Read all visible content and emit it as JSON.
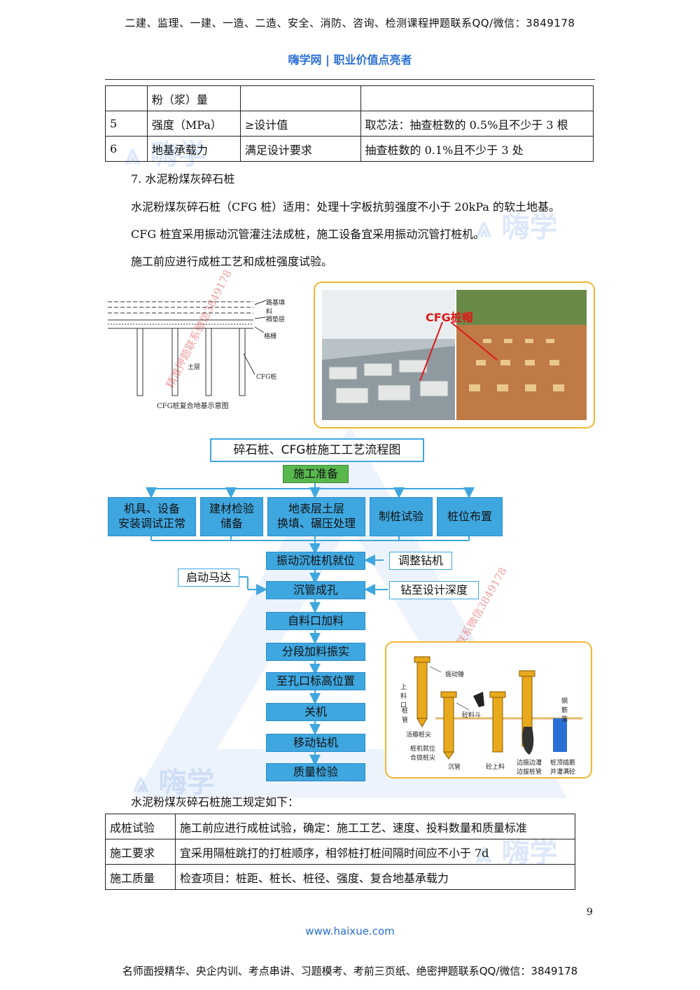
{
  "header": {
    "top_banner": "二建、监理、一建、一造、二造、安全、消防、咨询、检测课程押题联系QQ/微信：3849178",
    "site_name": "嗨学网 | 职业价值点亮者"
  },
  "table_top": {
    "rows": [
      {
        "no": "",
        "item": "粉（浆）量",
        "req": "",
        "method": ""
      },
      {
        "no": "5",
        "item": "强度（MPa）",
        "req": "≥设计值",
        "method": "取芯法：抽查桩数的 0.5%且不少于 3 根"
      },
      {
        "no": "6",
        "item": "地基承载力",
        "req": "满足设计要求",
        "method": "抽查桩数的 0.1%且不少于 3 处"
      }
    ]
  },
  "section": {
    "heading": "7. 水泥粉煤灰碎石桩",
    "para1": "水泥粉煤灰碎石桩（CFG 桩）适用：处理十字板抗剪强度不小于 20kPa 的软土地基。",
    "para2": "CFG 桩宜采用振动沉管灌注法成桩，施工设备宜采用振动沉管打桩机。",
    "para3": "施工前应进行成桩工艺和成桩强度试验。"
  },
  "schematic": {
    "caption": "CFG桩复合地基示意图",
    "labels": {
      "cushion": "路基填料",
      "bedding": "褥垫层",
      "geogrid": "格栅",
      "soil": "土层",
      "pile": "CFG桩"
    }
  },
  "photo": {
    "label": "CFG桩帽"
  },
  "flowchart": {
    "title": "碎石桩、CFG桩施工工艺流程图",
    "start": "施工准备",
    "prep": [
      "机具、设备\n安装调试正常",
      "建材检验\n储备",
      "地表层土层\n换填、碾压处理",
      "制桩试验",
      "桩位布置"
    ],
    "steps": [
      "振动沉桩机就位",
      "沉管成孔",
      "自料口加料",
      "分段加料振实",
      "至孔口标高位置",
      "关机",
      "移动钻机",
      "质量检验"
    ],
    "side_right_1": "调整钻机",
    "side_left": "启动马达",
    "side_right_2": "钻至设计深度"
  },
  "process_diagram": {
    "labels": {
      "vib_hammer": "振动锤",
      "feed_port": "上料口",
      "pipe": "桩管",
      "valve_tip": "活瓣桩尖",
      "hopper": "砼料斗",
      "rebar_cage": "钢筋笼",
      "cap1": "桩机就位\n合拢桩尖",
      "cap2": "沉管",
      "cap3": "砼上料",
      "cap4": "边振边灌\n边拔桩管",
      "cap5": "桩顶插筋\n并灌满砼"
    }
  },
  "watermarks": {
    "brand": "嗨学",
    "diag1": "精准押题联系微信3849178",
    "diag2": "唯一联系微信3849178"
  },
  "rules_intro": "水泥粉煤灰碎石桩施工规定如下：",
  "table_bottom": {
    "rows": [
      {
        "k": "成桩试验",
        "v": "施工前应进行成桩试验，确定：施工工艺、速度、投料数量和质量标准"
      },
      {
        "k": "施工要求",
        "v": "宜采用隔桩跳打的打桩顺序，相邻桩打桩间隔时间应不小于 7d"
      },
      {
        "k": "施工质量",
        "v": "检查项目：桩距、桩长、桩径、强度、复合地基承载力"
      }
    ]
  },
  "footer": {
    "page_number": "9",
    "url": "www.haixue.com",
    "bottom_banner": "名师面授精华、央企内训、考点串讲、习题模考、考前三页纸、绝密押题联系QQ/微信：3849178"
  },
  "colors": {
    "flow_blue": "#3fa7e0",
    "flow_green": "#58b84e",
    "frame_gold": "#f2b632",
    "brand_blue": "#2a6fd6"
  }
}
